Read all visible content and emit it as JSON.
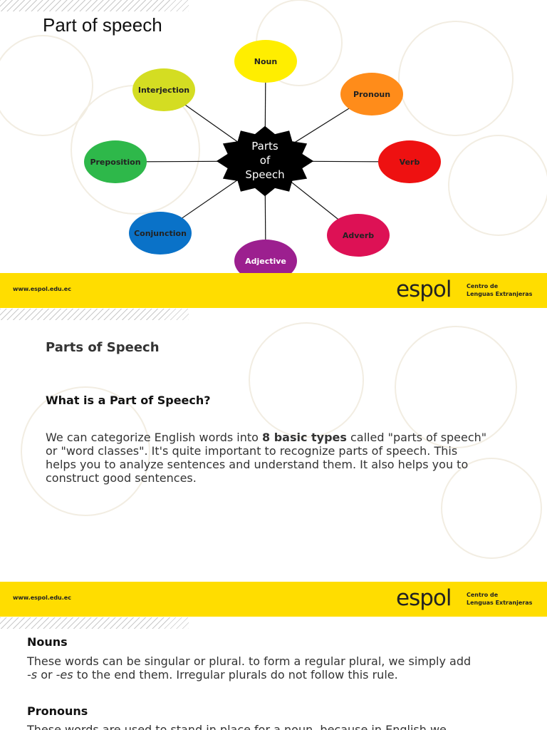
{
  "slide1": {
    "title": "Part of speech",
    "center_label": [
      "Parts",
      "of",
      "Speech"
    ],
    "nodes": [
      {
        "label": "Noun",
        "color": "#ffee00",
        "text_color": "#222"
      },
      {
        "label": "Pronoun",
        "color": "#ff8c1a",
        "text_color": "#222"
      },
      {
        "label": "Verb",
        "color": "#ee1111",
        "text_color": "#222"
      },
      {
        "label": "Adverb",
        "color": "#dd1155",
        "text_color": "#222"
      },
      {
        "label": "Adjective",
        "color": "#9c1f8f",
        "text_color": "#fff"
      },
      {
        "label": "Conjunction",
        "color": "#0a72c8",
        "text_color": "#222"
      },
      {
        "label": "Preposition",
        "color": "#2eb84a",
        "text_color": "#222"
      },
      {
        "label": "Interjection",
        "color": "#d4dd22",
        "text_color": "#222"
      }
    ]
  },
  "footer": {
    "url": "www.espol.edu.ec",
    "brand": "espol",
    "center_line1": "Centro de",
    "center_line2": "Lenguas Extranjeras",
    "color": "#ffdd00"
  },
  "slide2": {
    "heading": "Parts of Speech",
    "subheading": "What is a Part of Speech?",
    "para_before": "We can categorize English words into ",
    "para_bold": "8 basic types",
    "para_after": " called \"parts of speech\" or \"word classes\". It's quite important to recognize parts of speech. This helps you to analyze sentences and understand them. It also helps you to construct good sentences."
  },
  "slide3": {
    "nouns_heading": "Nouns",
    "nouns_text_1": "These words can be singular or plural. to form a regular plural, we simply add",
    "nouns_s": "-s",
    "nouns_or": " or ",
    "nouns_es": "-es",
    "nouns_text_2": " to the end them. Irregular plurals do not follow this rule.",
    "pronouns_heading": "Pronouns",
    "pronouns_text": "These words are used to stand in place for a noun, because in English we"
  }
}
